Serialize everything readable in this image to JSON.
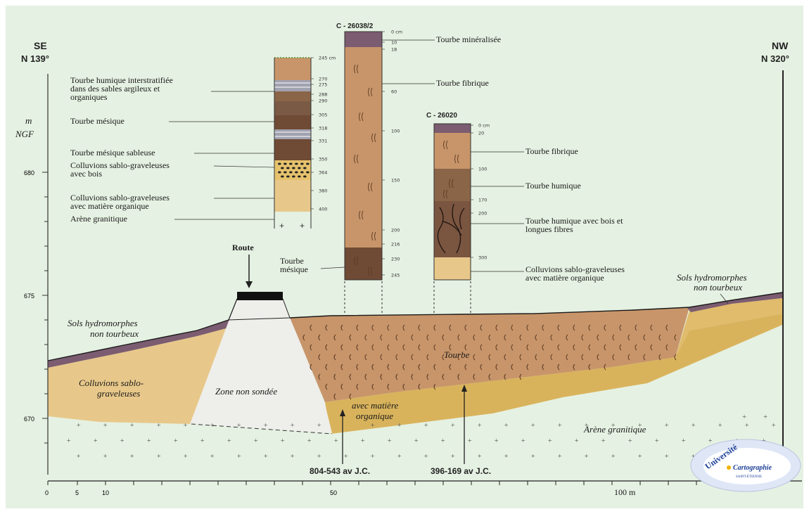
{
  "orientation": {
    "left": {
      "code": "SE",
      "bearing": "N 139°"
    },
    "right": {
      "code": "NW",
      "bearing": "N 320°"
    }
  },
  "y_axis": {
    "unit_line1": "m",
    "unit_line2": "NGF",
    "ticks": [
      "680",
      "675",
      "670"
    ]
  },
  "x_axis": {
    "ticks": [
      "0",
      "5",
      "10",
      "50",
      "100 m"
    ]
  },
  "cores": {
    "core1": {
      "depths": [
        "245 cm",
        "270",
        "275",
        "288",
        "290",
        "305",
        "318",
        "331",
        "350",
        "364",
        "380",
        "400"
      ],
      "labels": [
        {
          "lines": [
            "Tourbe humique  interstratifiée",
            "dans des sables argileux et",
            "organiques"
          ]
        },
        {
          "lines": [
            "Tourbe mésique"
          ]
        },
        {
          "lines": [
            "Tourbe mésique sableuse"
          ]
        },
        {
          "lines": [
            "Colluvions sablo-graveleuses",
            "avec bois"
          ]
        },
        {
          "lines": [
            "Colluvions sablo-graveleuses",
            "avec matière organique"
          ]
        },
        {
          "lines": [
            "Arène granitique"
          ]
        }
      ]
    },
    "core2": {
      "id": "C - 26038/2",
      "depths": [
        "0 cm",
        "10",
        "18",
        "60",
        "100",
        "150",
        "200",
        "216",
        "230",
        "245"
      ],
      "labels": [
        {
          "lines": [
            "Tourbe minéralisée"
          ]
        },
        {
          "lines": [
            "Tourbe fibrique"
          ]
        },
        {
          "lines": [
            "Tourbe",
            "mésique"
          ]
        }
      ]
    },
    "core3": {
      "id": "C - 26020",
      "depths": [
        "0 cm",
        "20",
        "100",
        "170",
        "200",
        "300"
      ],
      "labels": [
        {
          "lines": [
            "Tourbe fibrique"
          ]
        },
        {
          "lines": [
            "Tourbe humique"
          ]
        },
        {
          "lines": [
            "Tourbe humique avec bois et",
            "longues fibres"
          ]
        },
        {
          "lines": [
            "Colluvions sablo-graveleuses",
            "avec matière organique"
          ]
        }
      ]
    }
  },
  "profile_labels": {
    "route": "Route",
    "sols_left": [
      "Sols hydromorphes",
      "non tourbeux"
    ],
    "sols_right": [
      "Sols hydromorphes",
      "non tourbeux"
    ],
    "colluvions": [
      "Colluvions sablo-",
      "graveleuses"
    ],
    "zone": "Zone non sondée",
    "tourbe": "Tourbe",
    "avec_mo": [
      "avec matière",
      "organique"
    ],
    "arene": "Arène granitique"
  },
  "dates": [
    "804-543 av J.C.",
    "396-169 av J.C."
  ],
  "logo": {
    "line1": "Université",
    "line2": "Cartographie",
    "line3": "SAINT-ÉTIENNE"
  },
  "colors": {
    "background": "#e5f1e2",
    "peat_fibric": "#c8956a",
    "peat_mesic": "#6f4a34",
    "peat_humic": "#8b6548",
    "mineralized": "#7b5c70",
    "colluvium": "#e8c88a",
    "colluvium_organic": "#d9b35c",
    "zone_not_sampled": "#eeeeea",
    "road": "#111111"
  }
}
